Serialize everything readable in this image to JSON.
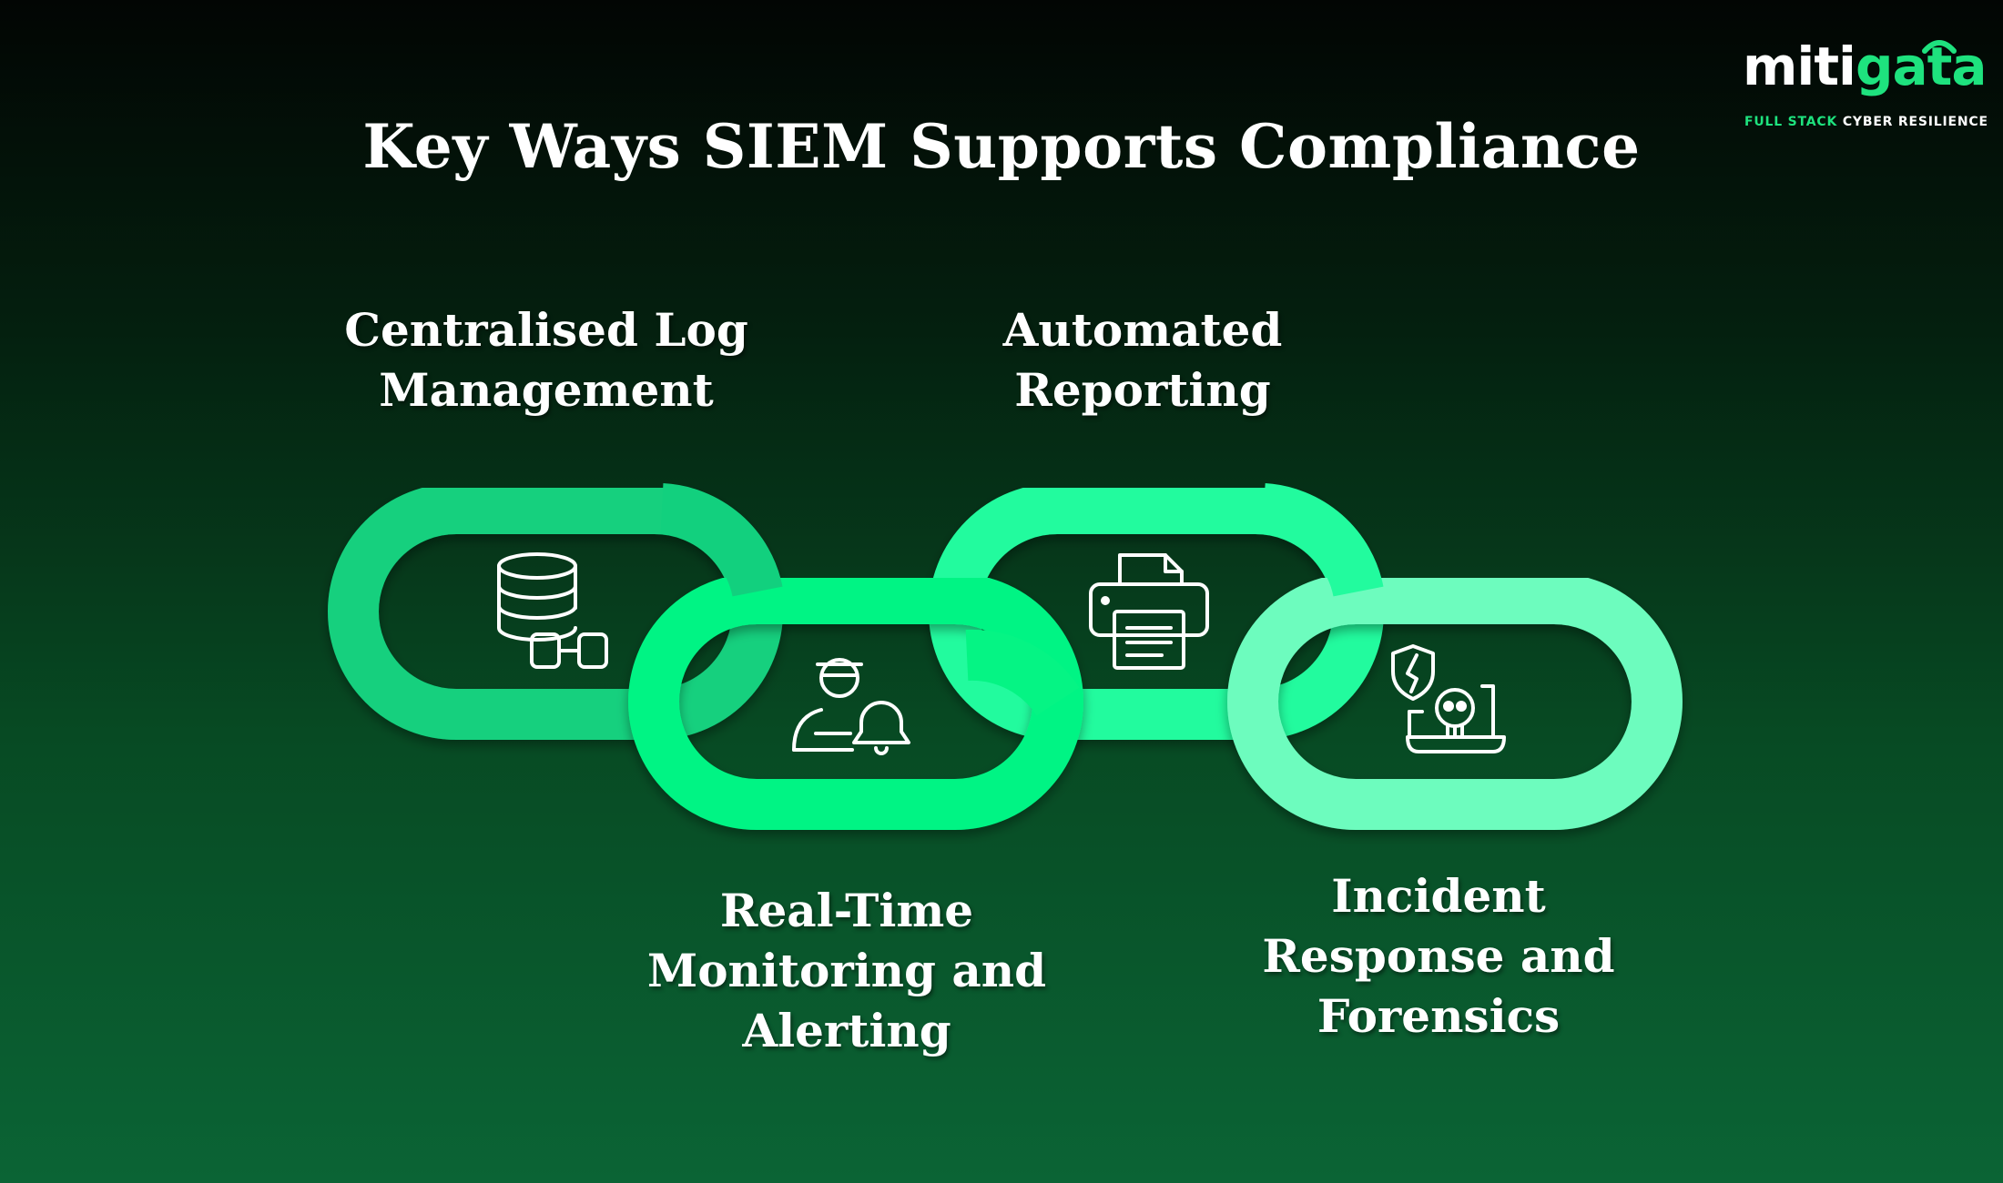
{
  "title": "Key Ways SIEM Supports Compliance",
  "logo": {
    "word_part1": "miti",
    "word_part2": "gata",
    "tagline_part1": "FULL STACK",
    "tagline_part2": " CYBER RESILIENCE"
  },
  "links": [
    {
      "label_lines": [
        "Centralised Log",
        "Management"
      ],
      "icon": "database-icon",
      "color": "#12d07e"
    },
    {
      "label_lines": [
        "Automated",
        "Reporting"
      ],
      "icon": "printer-icon",
      "color": "#22fb9e"
    },
    {
      "label_lines": [
        "Real-Time",
        "Monitoring and",
        "Alerting"
      ],
      "icon": "user-alert-icon",
      "color": "#05f484"
    },
    {
      "label_lines": [
        "Incident",
        "Response and",
        "Forensics"
      ],
      "icon": "laptop-threat-icon",
      "color": "#6dfcbe"
    }
  ],
  "colors": {
    "background_top": "#020503",
    "background_bottom": "#0b6435",
    "logo_accent": "#1ee27e"
  }
}
